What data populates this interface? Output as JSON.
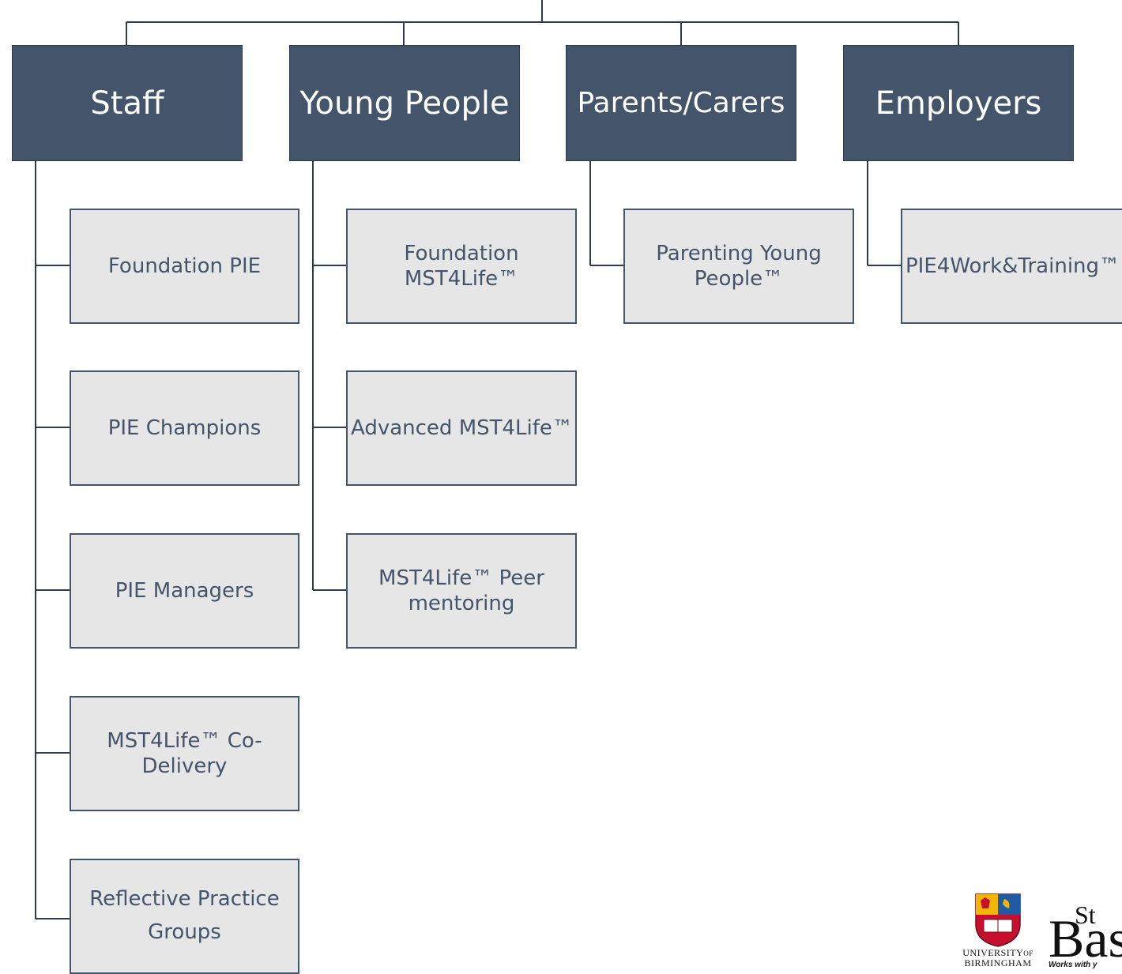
{
  "categories": {
    "staff": {
      "label": "Staff",
      "items": [
        "Foundation PIE",
        "PIE Champions",
        "PIE Managers",
        "MST4Life™ Co-\nDelivery",
        "Reflective Practice\nGroups"
      ]
    },
    "young_people": {
      "label": "Young People",
      "items": [
        "Foundation\nMST4Life™",
        "Advanced MST4Life™",
        "MST4Life™ Peer\nmentoring"
      ]
    },
    "parents_carers": {
      "label": "Parents/Carers",
      "items": [
        "Parenting Young\nPeople™"
      ]
    },
    "employers": {
      "label": "Employers",
      "items": [
        "PIE4Work&Training™"
      ]
    }
  },
  "logos": {
    "university": {
      "line1": "UNIVERSITY",
      "line1_suffix": "OF",
      "line2": "BIRMINGHAM"
    },
    "st_basils": {
      "st": "St",
      "name": "Bas",
      "tagline": "Works with y"
    }
  },
  "colors": {
    "header_fill": "#44546a",
    "child_fill": "#e7e6e6",
    "line": "#2e3b4e",
    "text_dark": "#44546a"
  }
}
